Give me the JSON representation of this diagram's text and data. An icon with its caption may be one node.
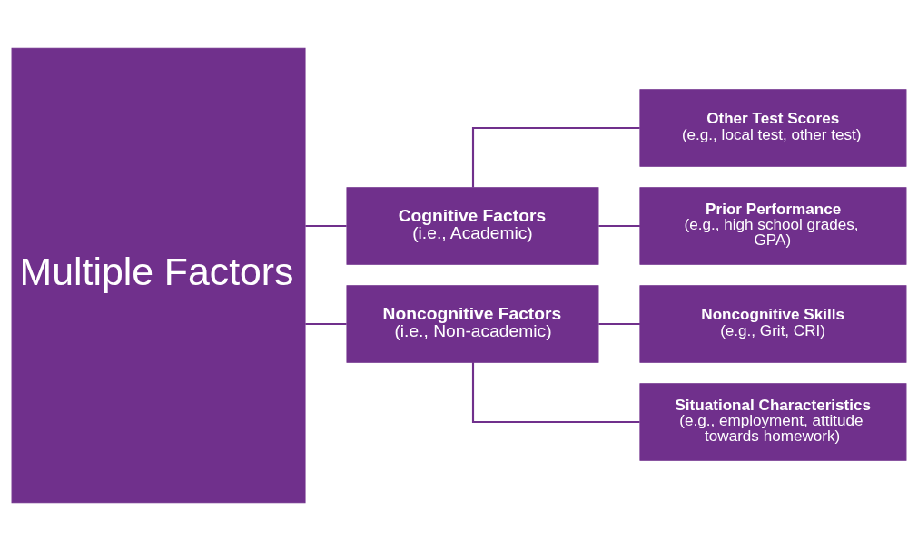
{
  "diagram": {
    "nodes": [
      {
        "text": [
          "Multiple Factors"
        ]
      },
      {
        "text": [
          "Cognitive Factors",
          "(i.e., Academic)"
        ]
      },
      {
        "text": [
          "Noncognitive Factors",
          "(i.e., Non-academic)"
        ]
      },
      {
        "text": [
          "Other Test Scores",
          "(e.g., local test, other test)"
        ]
      },
      {
        "text": [
          "Prior Performance",
          "(e.g., high school grades, GPA)"
        ]
      },
      {
        "text": [
          "Noncognitive Skills",
          "(e.g., Grit, CRI)"
        ]
      },
      {
        "text": [
          "Situational Characteristics",
          "(e.g., employment, attitude towards homework)"
        ]
      }
    ],
    "edges": [
      {
        "from": 0,
        "to": 1,
        "arrow": "none"
      },
      {
        "from": 0,
        "to": 2,
        "arrow": "none"
      },
      {
        "from": 1,
        "to": 3,
        "arrow": "none"
      },
      {
        "from": 1,
        "to": 4,
        "arrow": "none"
      },
      {
        "from": 2,
        "to": 5,
        "arrow": "none"
      },
      {
        "from": 2,
        "to": 6,
        "arrow": "none"
      }
    ]
  }
}
